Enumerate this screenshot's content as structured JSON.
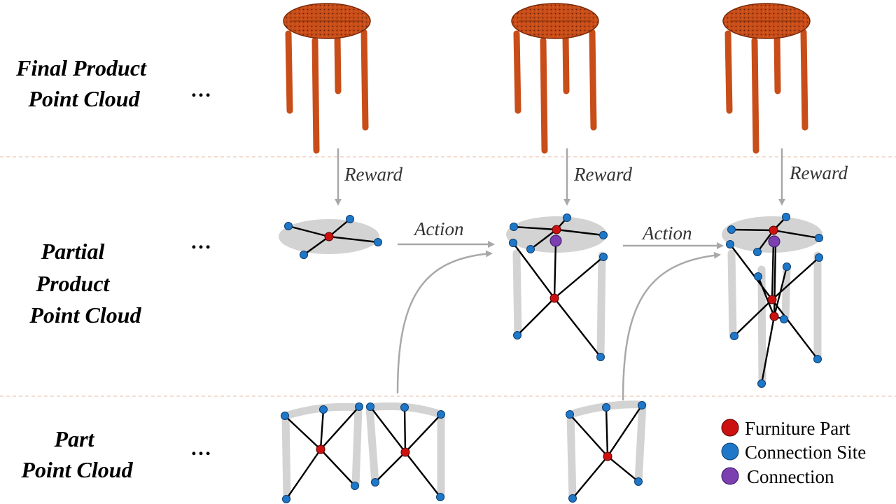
{
  "rows": {
    "final": [
      "Final Product",
      "Point Cloud"
    ],
    "partial": [
      "Partial",
      "Product",
      "Point Cloud"
    ],
    "part": [
      "Part",
      "Point Cloud"
    ]
  },
  "ellipsis": "…",
  "flow": {
    "reward": "Reward",
    "action": "Action"
  },
  "legend": {
    "items": [
      {
        "label": "Furniture Part",
        "color": "#cc1111"
      },
      {
        "label": "Connection Site",
        "color": "#1f77c8"
      },
      {
        "label": "Connection",
        "color": "#7b3fb0"
      }
    ]
  },
  "colors": {
    "furniture_part": "#cc1111",
    "connection_site": "#1f77c8",
    "connection": "#7b3fb0",
    "product_cloud": "#c84d18",
    "partial_cloud": "#d3d3d3",
    "arrow": "#a8a8a8",
    "divider": "#e8b8a0"
  }
}
